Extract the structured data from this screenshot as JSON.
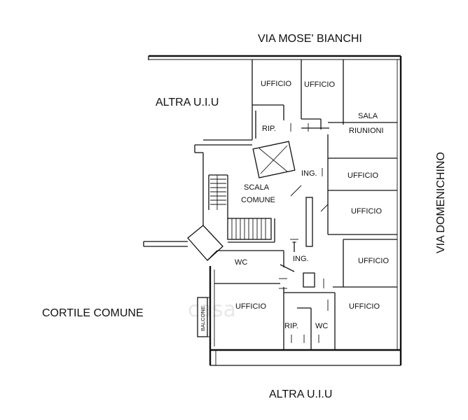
{
  "streets": {
    "top": "VIA MOSE' BIANCHI",
    "right": "VIA DOMENICHINO",
    "bottom": "ALTRA U.I.U",
    "left_top": "ALTRA U.I.U",
    "left_bottom": "CORTILE COMUNE"
  },
  "rooms": {
    "ufficio_1": "UFFICIO",
    "ufficio_2": "UFFICIO",
    "sala_1": "SALA",
    "sala_2": "RIUNIONI",
    "rip_top": "RIP.",
    "ing_top": "ING.",
    "scala_1": "SCALA",
    "scala_2": "COMUNE",
    "ufficio_3": "UFFICIO",
    "ufficio_4": "UFFICIO",
    "ufficio_5": "UFFICIO",
    "wc_left": "WC",
    "ing_bottom": "ING.",
    "ufficio_6": "UFFICIO",
    "ufficio_7": "UFFICIO",
    "rip_bottom": "RIP.",
    "wc_bottom": "WC",
    "balcone": "BALCONE"
  },
  "watermark": "casa"
}
